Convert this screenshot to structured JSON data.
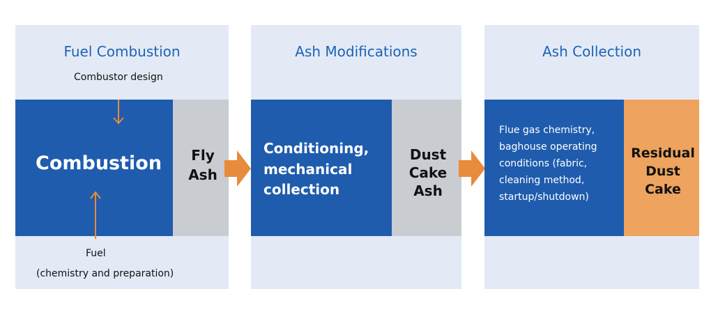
{
  "stages": [
    {
      "title": "Fuel Combustion",
      "top_label": "Combustor design",
      "main_label": "Combustion",
      "output_line1": "Fly",
      "output_line2": "Ash",
      "bottom_label_line1": "Fuel",
      "bottom_label_line2": "(chemistry and preparation)"
    },
    {
      "title": "Ash Modifications",
      "main_line1": "Conditioning,",
      "main_line2": "mechanical",
      "main_line3": "collection",
      "output_line1": "Dust",
      "output_line2": "Cake",
      "output_line3": "Ash"
    },
    {
      "title": "Ash Collection",
      "main_lines": [
        "Flue gas chemistry,",
        "baghouse operating",
        "conditions (fabric,",
        "cleaning method,",
        "startup/shutdown)"
      ],
      "output_line1": "Residual",
      "output_line2": "Dust",
      "output_line3": "Cake"
    }
  ],
  "colors": {
    "panel_bg": "#e3eaf6",
    "process_blue": "#1f5cad",
    "title_blue": "#1d63b4",
    "ash_grey": "#c9ccd1",
    "output_orange": "#eea45e",
    "arrow_orange": "#e88b3a"
  },
  "icons": [
    "arrow-down-icon",
    "arrow-up-icon",
    "flow-arrow-icon"
  ]
}
